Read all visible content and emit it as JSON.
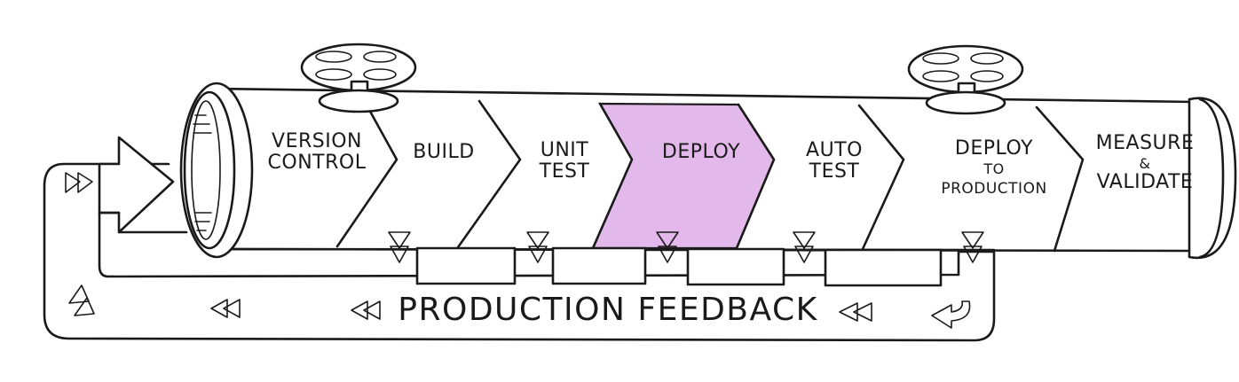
{
  "pipeline": {
    "stages": [
      {
        "lines": [
          "VERSION",
          "CONTROL"
        ],
        "highlighted": false
      },
      {
        "lines": [
          "BUILD"
        ],
        "highlighted": false
      },
      {
        "lines": [
          "UNIT",
          "TEST"
        ],
        "highlighted": false
      },
      {
        "lines": [
          "DEPLOY"
        ],
        "highlighted": true
      },
      {
        "lines": [
          "AUTO",
          "TEST"
        ],
        "highlighted": false
      },
      {
        "lines": [
          "DEPLOY",
          "TO",
          "PRODUCTION"
        ],
        "highlighted": false
      },
      {
        "lines": [
          "MEASURE",
          "&",
          "VALIDATE"
        ],
        "highlighted": false
      }
    ],
    "highlight_color": "#e2b9ea"
  },
  "feedback": {
    "label": "PRODUCTION FEEDBACK"
  },
  "icons": {
    "valve": "valve-wheel-icon",
    "arrow": "down-arrow-icon",
    "entry": "big-right-arrow-icon"
  }
}
